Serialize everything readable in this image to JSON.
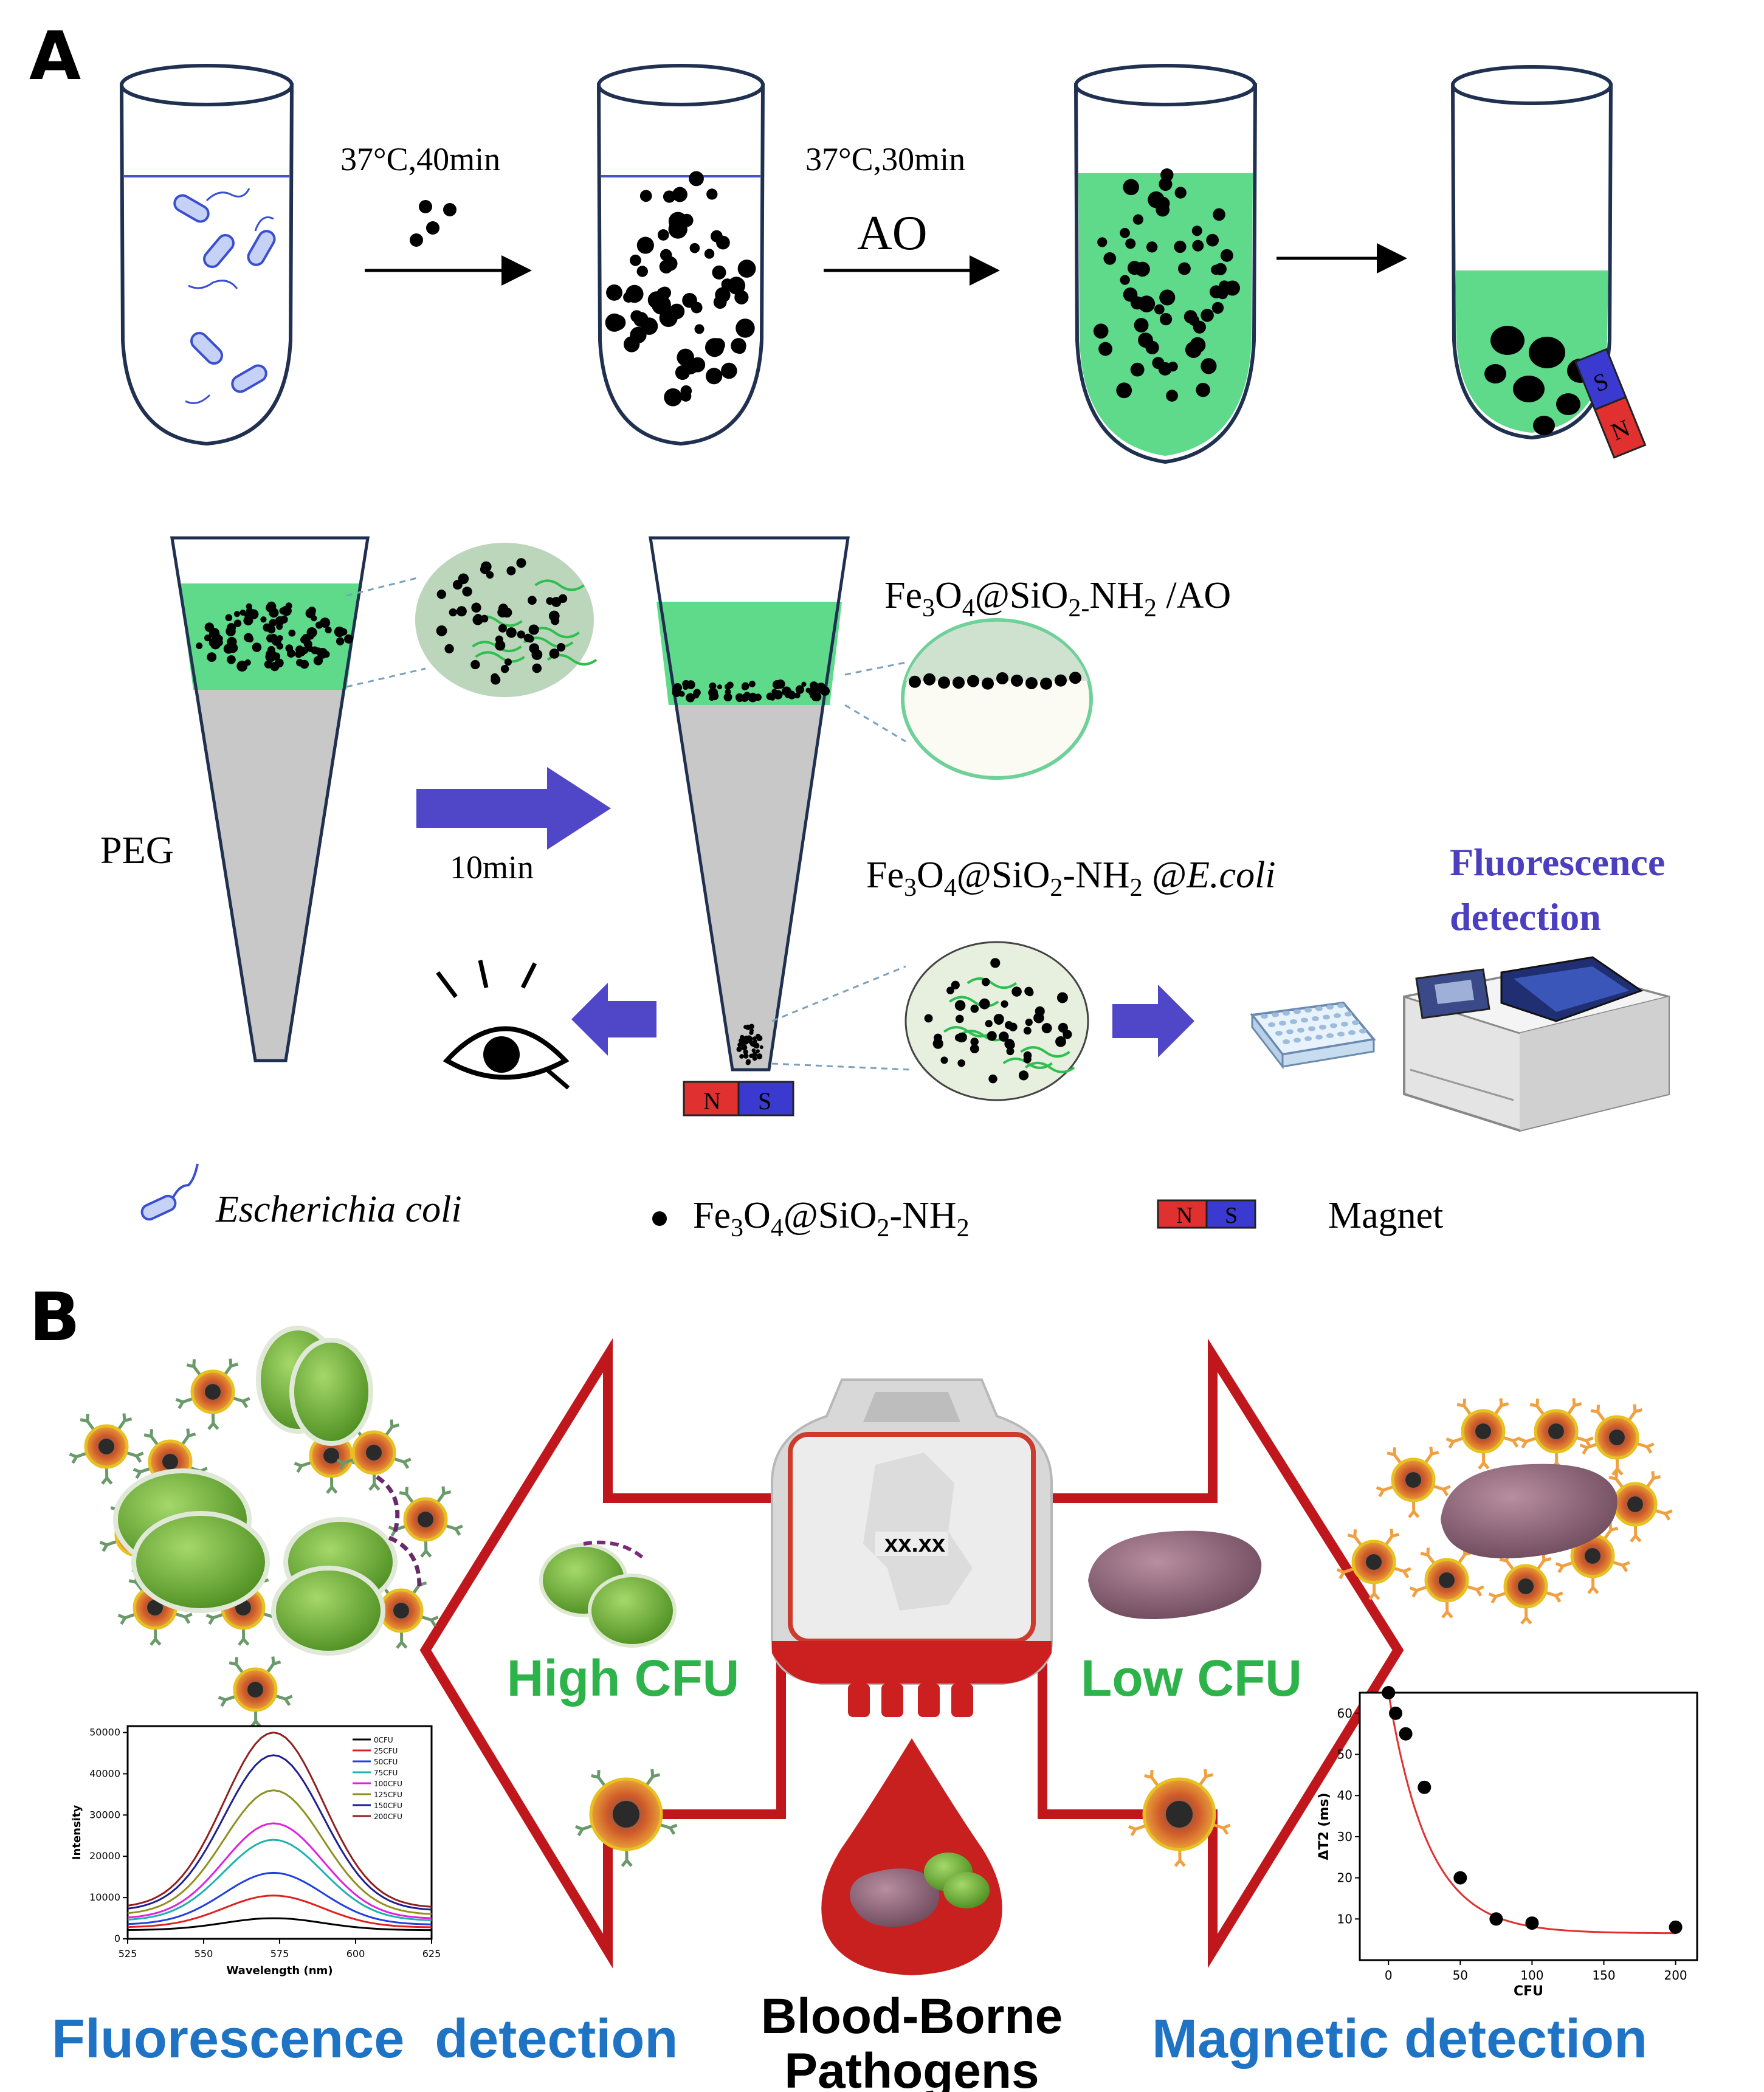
{
  "panel_a": {
    "label": "A",
    "step1_condition": "37°C,40min",
    "step2_condition": "37°C,30min",
    "step2_reagent": "AO",
    "peg_label": "PEG",
    "time_label": "10min",
    "upper_callout_label": "Fe3O4@SiO2-NH2 /AO",
    "lower_callout_label": "Fe3O4@SiO2-NH2 @E.coli",
    "fluorescence_label_line1": "Fluorescence",
    "fluorescence_label_line2": "detection",
    "magnet_n": "N",
    "magnet_s": "S",
    "legend": {
      "bacteria": "Escherichia coli",
      "particle": "Fe3O4@SiO2-NH2",
      "magnet": "Magnet"
    }
  },
  "panel_b": {
    "label": "B",
    "high_cfu": "High CFU",
    "low_cfu": "Low CFU",
    "center_line1": "Blood-Borne",
    "center_line2": "Pathogens",
    "bag_display": "xx.xx",
    "left_title": "Fluorescence  detection",
    "right_title": "Magnetic detection"
  },
  "colors": {
    "liquid_green": "#5fd98a",
    "arrow_blue": "#4f46c8",
    "arrow_red": "#c0171c",
    "title_blue": "#1f73c4",
    "cfu_green": "#2db34a",
    "fluorescence_blue": "#4b3fbf"
  },
  "chart_data": [
    {
      "type": "line",
      "xlabel": "Wavelength (nm)",
      "ylabel": "Intensity",
      "xlim": [
        525,
        625
      ],
      "ylim": [
        0,
        50000
      ],
      "x_ticks": [
        "525",
        "550",
        "575",
        "600",
        "625"
      ],
      "y_ticks": [
        "0",
        "10000",
        "20000",
        "30000",
        "40000",
        "50000"
      ],
      "peak_x": 573,
      "series": [
        {
          "name": "0CFU",
          "color": "#000000",
          "peak": 5000
        },
        {
          "name": "25CFU",
          "color": "#e02020",
          "peak": 10500
        },
        {
          "name": "50CFU",
          "color": "#2040e0",
          "peak": 16000
        },
        {
          "name": "75CFU",
          "color": "#20b0b0",
          "peak": 24000
        },
        {
          "name": "100CFU",
          "color": "#e020e0",
          "peak": 28000
        },
        {
          "name": "125CFU",
          "color": "#909020",
          "peak": 36000
        },
        {
          "name": "150CFU",
          "color": "#202090",
          "peak": 44500
        },
        {
          "name": "200CFU",
          "color": "#902020",
          "peak": 50000
        }
      ]
    },
    {
      "type": "scatter",
      "xlabel": "CFU",
      "ylabel": "ΔT2 (ms)",
      "xlim": [
        -20,
        215
      ],
      "ylim": [
        0,
        65
      ],
      "x_ticks": [
        "0",
        "50",
        "100",
        "150",
        "200"
      ],
      "y_ticks": [
        "10",
        "20",
        "30",
        "40",
        "50",
        "60"
      ],
      "x": [
        0,
        5,
        12,
        25,
        50,
        75,
        100,
        200
      ],
      "y": [
        65,
        60,
        55,
        42,
        20,
        10,
        9,
        8
      ],
      "fit_color": "#e03030"
    }
  ]
}
